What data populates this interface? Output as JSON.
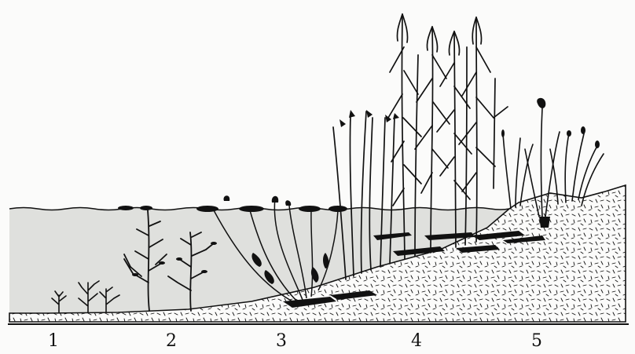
{
  "zones": [
    {
      "label": "1"
    },
    {
      "label": "2"
    },
    {
      "label": "3"
    },
    {
      "label": "4"
    },
    {
      "label": "5"
    }
  ],
  "colors": {
    "water": "#dfe0dd",
    "ink": "#111111",
    "paper": "#fbfbfa"
  }
}
